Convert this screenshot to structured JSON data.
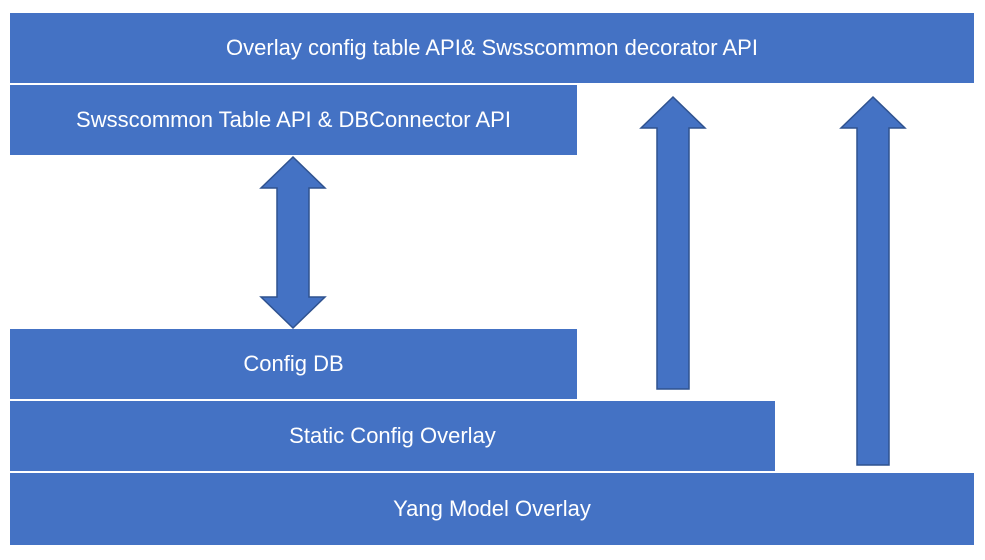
{
  "layers": {
    "top_api": "Overlay config table API& Swsscommon decorator API",
    "table_api": "Swsscommon Table API & DBConnector API",
    "config_db": "Config DB",
    "static_overlay": "Static Config Overlay",
    "yang_overlay": "Yang Model Overlay"
  },
  "colors": {
    "box_fill": "#4472c4",
    "arrow_fill": "#4472c4",
    "arrow_stroke": "#2f528f",
    "text": "#ffffff"
  }
}
